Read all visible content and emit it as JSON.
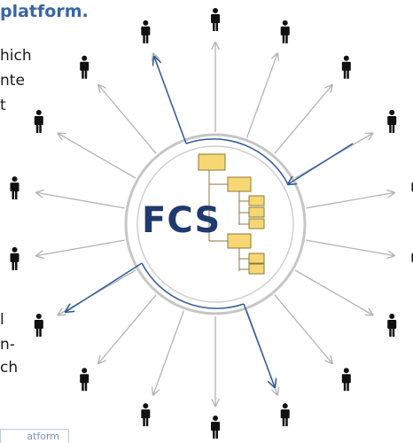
{
  "heading": "platform.",
  "left_fragments": [
    "hich",
    "nte",
    "t"
  ],
  "bottom_fragments": [
    "l",
    "n-",
    "ch"
  ],
  "center_label": "FCS",
  "tab_label": "atform",
  "colors": {
    "arrow_gray": "#b3b3b3",
    "arrow_blue": "#2e5a9c",
    "ring": "#bfbfbf",
    "node_fill": "#f7d774",
    "node_stroke": "#8a7a3a",
    "person": "#111111",
    "accent_text": "#3a64a8"
  },
  "icons": {
    "person": "person-icon",
    "org_chart": "org-chart-icon"
  }
}
